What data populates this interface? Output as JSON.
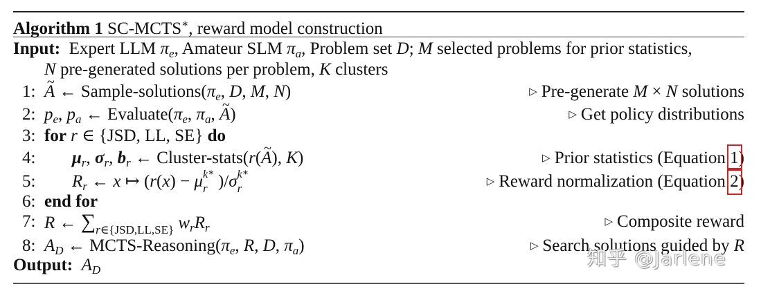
{
  "caption": {
    "label": "Algorithm 1",
    "title": "SC-MCTS*, reward model construction"
  },
  "input": {
    "label": "Input:",
    "text_line1": "Expert LLM πe, Amateur SLM πa, Problem set D; M selected problems for prior statistics,",
    "text_line2": "N pre-generated solutions per problem, K clusters"
  },
  "steps": [
    {
      "num": "1:",
      "code": "Ã ← Sample-solutions(πe, D, M, N)",
      "comment": "Pre-generate M × N solutions"
    },
    {
      "num": "2:",
      "code": "pe, pa ← Evaluate(πe, πa, Ã)",
      "comment": "Get policy distributions"
    },
    {
      "num": "3:",
      "code": "for r ∈ {JSD, LL, SE} do",
      "comment": ""
    },
    {
      "num": "4:",
      "code": "μr, σr, br ← Cluster-stats(r(Ã), K)",
      "comment": "Prior statistics (Equation 1)"
    },
    {
      "num": "5:",
      "code": "Rr ← x ↦ (r(x) − μr^k*)/σr^k*",
      "comment": "Reward normalization (Equation 2)"
    },
    {
      "num": "6:",
      "code": "end for",
      "comment": ""
    },
    {
      "num": "7:",
      "code": "R ← Σ r∈{JSD,LL,SE} wr Rr",
      "comment": "Composite reward"
    },
    {
      "num": "8:",
      "code": "AD ← MCTS-Reasoning(πe, R, D, πa)",
      "comment": "Search solutions guided by R"
    }
  ],
  "output": {
    "label": "Output:",
    "value": "AD"
  },
  "equation_refs": [
    "1",
    "2"
  ],
  "watermark": "知乎 @Jarlene",
  "colors": {
    "text": "#111111",
    "rule": "#222222",
    "highlight_box": "#d62020"
  }
}
